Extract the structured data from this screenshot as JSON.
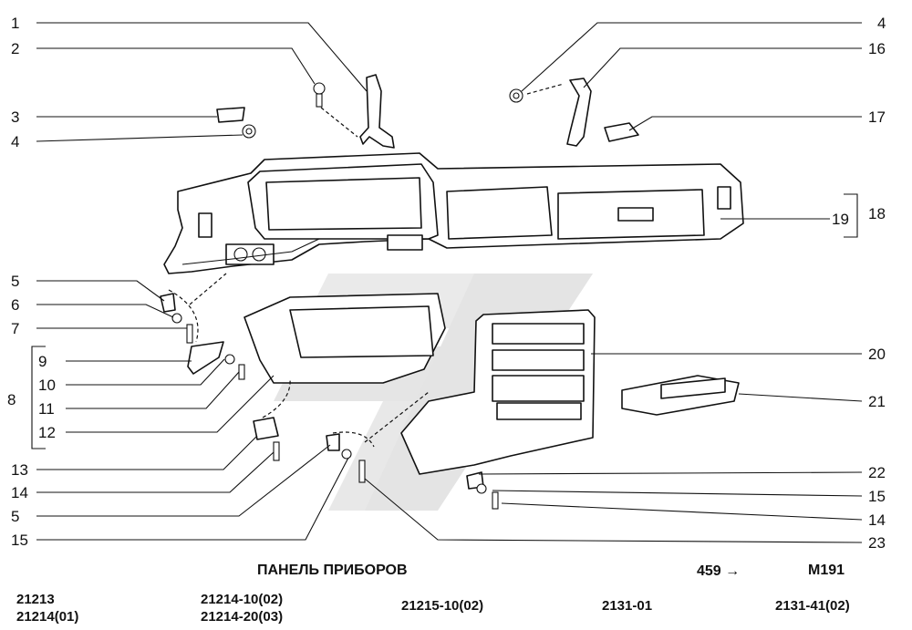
{
  "title": "ПАНЕЛЬ ПРИБОРОВ",
  "page_ref": "459 →",
  "code": "M191",
  "models": [
    "21213",
    "21214(01)",
    "21214-10(02)",
    "21214-20(03)",
    "21215-10(02)",
    "2131-01",
    "2131-41(02)"
  ],
  "callouts_left": [
    "1",
    "2",
    "3",
    "4",
    "5",
    "6",
    "7",
    "9",
    "10",
    "11",
    "12",
    "13",
    "14",
    "5",
    "15"
  ],
  "group_left": "8",
  "callouts_right": [
    "4",
    "16",
    "17",
    "19",
    "20",
    "21",
    "22",
    "15",
    "14",
    "23"
  ],
  "group_right": "18"
}
